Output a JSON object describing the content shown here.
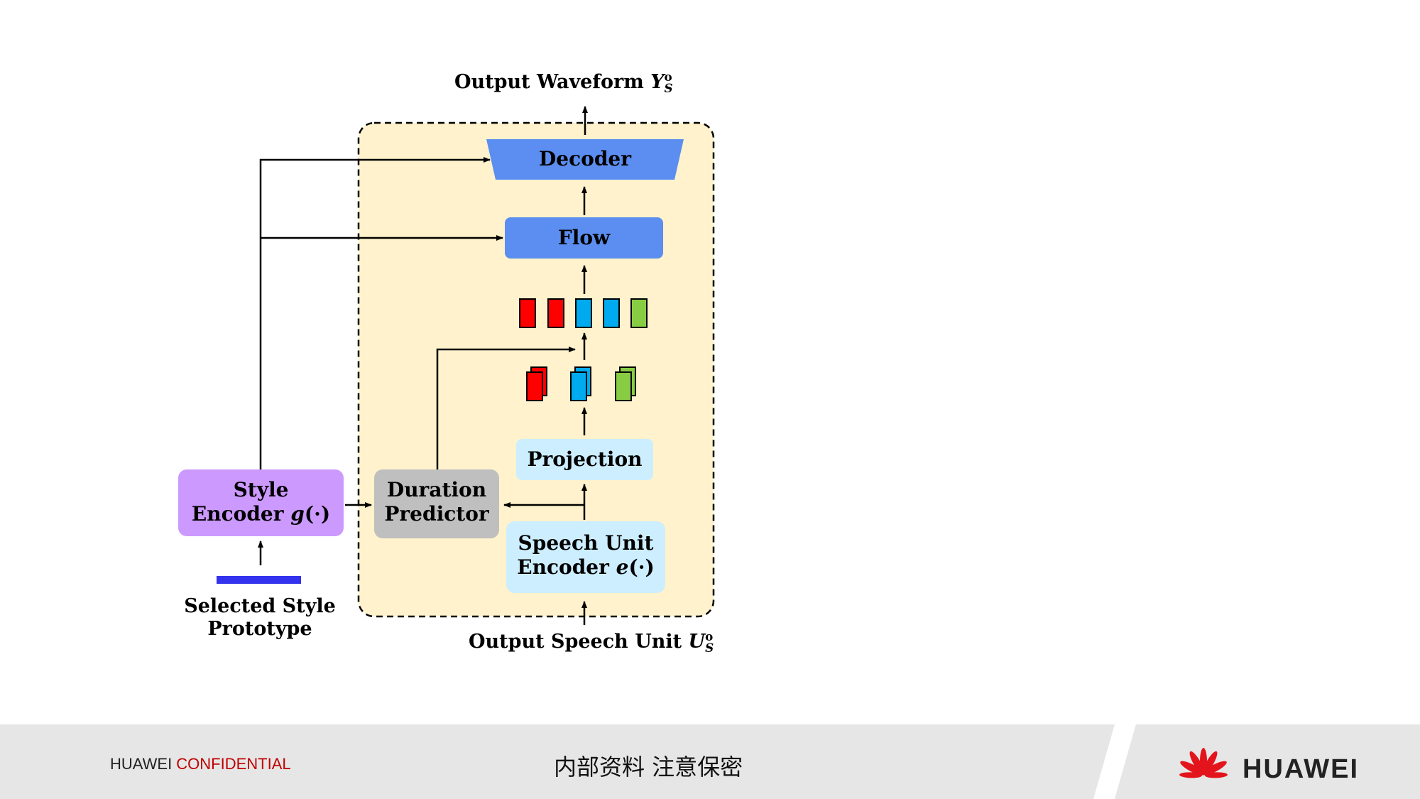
{
  "diagram": {
    "output_waveform": {
      "text": "Output Waveform ",
      "symbol": "Y",
      "sup": "o",
      "sub": "S"
    },
    "decoder": "Decoder",
    "flow": "Flow",
    "projection": "Projection",
    "duration_predictor": {
      "line1": "Duration",
      "line2": "Predictor"
    },
    "style_encoder": {
      "line1": "Style",
      "line2_text": "Encoder ",
      "line2_func": "g",
      "line2_arg": "(·)"
    },
    "speech_unit_encoder": {
      "line1": "Speech Unit",
      "line2_text": "Encoder ",
      "line2_func": "e",
      "line2_arg": "(·)"
    },
    "selected_style": {
      "line1": "Selected Style",
      "line2": "Prototype"
    },
    "output_speech_unit": {
      "text": "Output Speech Unit ",
      "symbol": "U",
      "sup": "o",
      "sub": "S"
    },
    "colors": {
      "model_bg": "#fff2cc",
      "decoder": "#5b8ef0",
      "flow": "#5b8ef0",
      "projection": "#cceeff",
      "speech_unit_encoder": "#cceeff",
      "duration_predictor": "#bfbfbf",
      "style_encoder": "#cc99ff",
      "prototype_bar": "#3333ee",
      "token_red": "#ff0000",
      "token_blue": "#00aaee",
      "token_green": "#88cc44"
    }
  },
  "footer": {
    "confidential_prefix": "HUAWEI ",
    "confidential_word": "CONFIDENTIAL",
    "cn_notice": "内部资料 注意保密",
    "brand": "HUAWEI"
  }
}
